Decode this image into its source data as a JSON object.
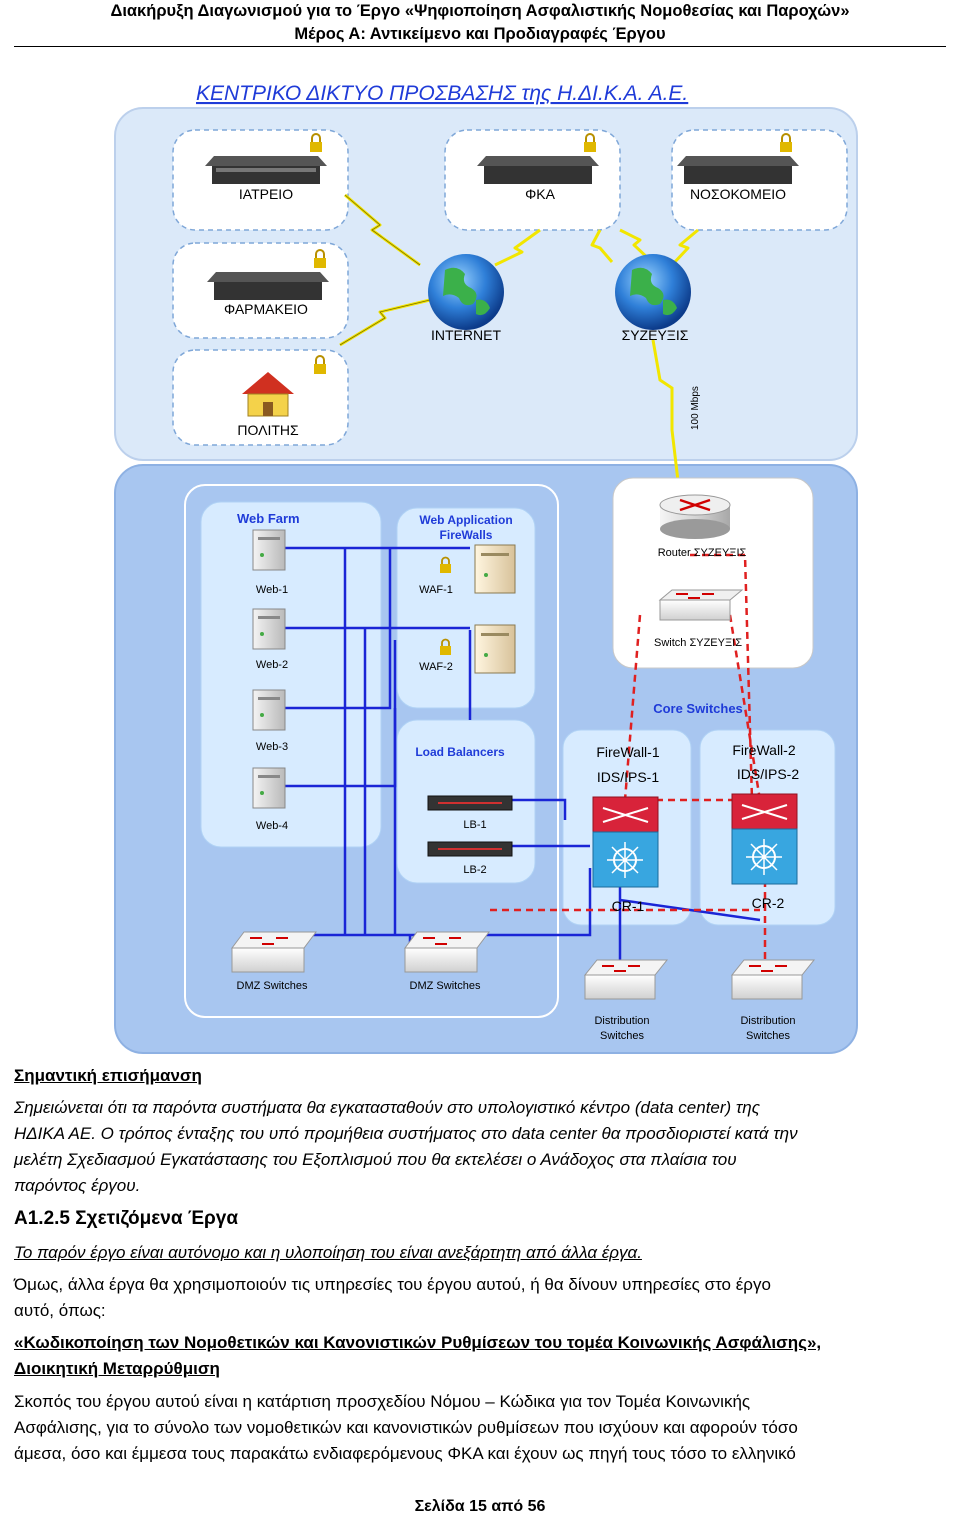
{
  "header": {
    "line1": "Διακήρυξη Διαγωνισμού για το Έργο «Ψηφιοποίηση Ασφαλιστικής Νομοθεσίας και Παροχών»",
    "line2": "Μέρος Α: Αντικείμενο και Προδιαγραφές Έργου"
  },
  "diagram": {
    "title": "ΚΕΝΤΡΙΚΟ ΔΙΚΤΥΟ ΠΡΟΣΒΑΣΗΣ της Η.ΔΙ.Κ.Α. Α.Ε.",
    "sites": {
      "iatreio": "ΙΑΤΡΕΙΟ",
      "fka": "ΦΚΑ",
      "nosokomeio": "ΝΟΣΟΚΟΜΕΙΟ",
      "farmakeio": "ΦΑΡΜΑΚΕΙΟ",
      "politis": "ΠΟΛΙΤΗΣ"
    },
    "clouds": {
      "internet": "INTERNET",
      "syzeyxis": "ΣΥΖΕΥΞΙΣ"
    },
    "link_speed": "100 Mbps",
    "web_farm": {
      "title": "Web Farm",
      "servers": [
        "Web-1",
        "Web-2",
        "Web-3",
        "Web-4"
      ]
    },
    "waf": {
      "title_line1": "Web Application",
      "title_line2": "FireWalls",
      "servers": [
        "WAF-1",
        "WAF-2"
      ]
    },
    "load_balancers": {
      "title": "Load Balancers",
      "units": [
        "LB-1",
        "LB-2"
      ]
    },
    "router_label": "Router ΣΥΖΕΥΞΙΣ",
    "switch_label": "Switch ΣΥΖΕΥΞΙΣ",
    "core_switches": "Core Switches",
    "fw1": {
      "line1": "FireWall-1",
      "line2": "IDS/IPS-1",
      "core": "CR-1"
    },
    "fw2": {
      "line1": "FireWall-2",
      "line2": "IDS/IPS-2",
      "core": "CR-2"
    },
    "dmz_switches": [
      "DMZ Switches",
      "DMZ Switches"
    ],
    "distribution_switches": {
      "line1": "Distribution",
      "line2": "Switches"
    },
    "colors": {
      "blue_link": "#1a25d6",
      "red_link": "#e02020",
      "lightning": "#f2e600"
    }
  },
  "body": {
    "important_heading": "Σημαντική επισήμανση",
    "important_line1": "Σημειώνεται ότι τα παρόντα συστήματα θα εγκατασταθούν στο υπολογιστικό κέντρο (data center) της",
    "important_line2": "ΗΔΙΚΑ ΑΕ. Ο τρόπος ένταξης του υπό προμήθεια συστήματος στο data center θα προσδιοριστεί κατά την",
    "important_line3": "μελέτη Σχεδιασμού Εγκατάστασης του Εξοπλισμού που θα εκτελέσει ο Ανάδοχος στα πλαίσια του",
    "important_line4": "παρόντος έργου.",
    "section_heading": "Α1.2.5 Σχετιζόμενα Έργα",
    "autonomous": "Το παρόν έργο είναι αυτόνομο και η υλοποίηση του είναι ανεξάρτητη από άλλα έργα.",
    "others_line1": "Όμως, άλλα έργα θα χρησιμοποιούν τις υπηρεσίες του έργου αυτού, ή θα δίνουν υπηρεσίες στο έργο",
    "others_line2": "αυτό, όπως:",
    "project_title_line1": "«Κωδικοποίηση των Νομοθετικών και Κανονιστικών Ρυθμίσεων του τομέα Κοινωνικής Ασφάλισης»,",
    "project_title_line2": "Διοικητική Μεταρρύθμιση",
    "purpose_line1": "Σκοπός του έργου αυτού είναι η κατάρτιση προσχεδίου Νόμου – Κώδικα για τον Τομέα Κοινωνικής",
    "purpose_line2": "Ασφάλισης, για το σύνολο των νομοθετικών και κανονιστικών ρυθμίσεων που ισχύουν και αφορούν τόσο",
    "purpose_line3": "άμεσα, όσο και έμμεσα τους παρακάτω ενδιαφερόμενους ΦΚΑ και έχουν ως πηγή τους τόσο το ελληνικό"
  },
  "footer": {
    "page": "Σελίδα 15 από 56"
  }
}
